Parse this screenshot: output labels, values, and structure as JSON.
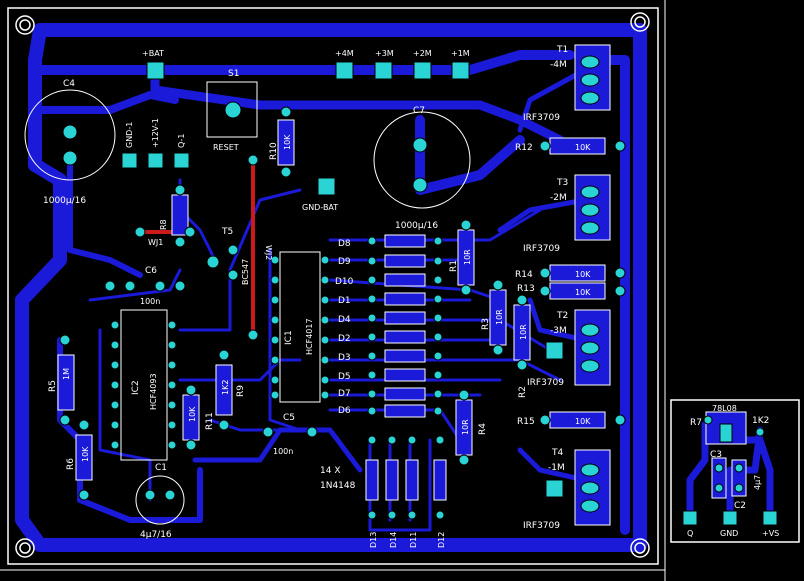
{
  "colors": {
    "background": "#000000",
    "board_outline": "#ffffff",
    "copper": "#1a1ad8",
    "pad": "#2ad4d4",
    "silkscreen": "#ffffff",
    "jumper": "#cc1a1a"
  },
  "labels": {
    "bat_plus": "+BAT",
    "m4": "+4M",
    "m3": "+3M",
    "m2": "+2M",
    "m1": "+1M",
    "s1": "S1",
    "reset": "RESET",
    "c4": "C4",
    "c4_val": "1000μ/16",
    "c7": "C7",
    "c7_val": "1000μ/16",
    "gnd1": "GND-1",
    "v12": "+12V-1",
    "q1": "Q-1",
    "r10": "R10",
    "r10_val": "10K",
    "r8": "R8",
    "gnd_bat": "GND-BAT",
    "wj1": "WJ1",
    "wj2": "WJ2",
    "t5": "T5",
    "bc547": "BC547",
    "c6": "C6",
    "c6_val": "100n",
    "ic1": "IC1",
    "hcf4017": "HCF4017",
    "ic2": "IC2",
    "hcf4093": "HCF4093",
    "r5": "R5",
    "r5_val": "1M",
    "r6": "R6",
    "r6_val": "10K",
    "r7": "R7",
    "r9": "R9",
    "r9_val": "1K2",
    "r11": "R11",
    "r11_val": "10K",
    "c5": "C5",
    "c5_val": "100n",
    "c1": "C1",
    "c1_val": "4μ7/16",
    "d8": "D8",
    "d9": "D9",
    "d10": "D10",
    "d1": "D1",
    "d4": "D4",
    "d2": "D2",
    "d3": "D3",
    "d5": "D5",
    "d7": "D7",
    "d6": "D6",
    "diode_count": "14 X",
    "diode_type": "1N4148",
    "d13": "D13",
    "d14": "D14",
    "d11": "D11",
    "d12": "D12",
    "r1": "R1",
    "r1_val": "10R",
    "r3": "R3",
    "r3_val": "10R",
    "r2": "R2",
    "r2_val": "10R",
    "r4": "R4",
    "r4_val": "10R",
    "t1": "T1",
    "m4_minus": "-4M",
    "irf_t1": "IRF3709",
    "r12": "R12",
    "r12_val": "10K",
    "t3": "T3",
    "m2_minus": "-2M",
    "irf_t3": "IRF3709",
    "r14": "R14",
    "r14_val": "10K",
    "r13": "R13",
    "r13_val": "10K",
    "t2": "T2",
    "m3_minus": "-3M",
    "irf_t2": "IRF3709",
    "r15": "R15",
    "r15_val": "10K",
    "t4": "T4",
    "m1_minus": "-1M",
    "irf_t4": "IRF3709",
    "small_ic": "78L08",
    "small_r7": "R7",
    "small_1k2": "1K2",
    "small_c3": "C3",
    "small_c2": "C2",
    "small_4u7": "4μ7",
    "small_q": "Q",
    "small_gnd": "GND",
    "small_vs": "+VS"
  }
}
